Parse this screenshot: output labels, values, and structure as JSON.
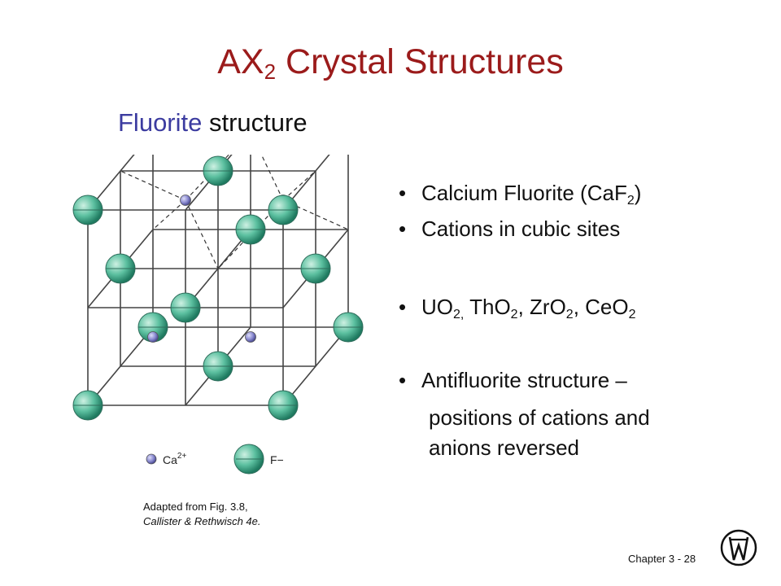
{
  "title": {
    "main": "AX",
    "sub": "2",
    "rest": " Crystal Structures"
  },
  "subtitle": {
    "accent": "Fluorite",
    "rest": " structure"
  },
  "bullets": {
    "b1": {
      "text": "Calcium Fluorite (CaF",
      "sub": "2",
      "end": ")"
    },
    "b2": {
      "text": "Cations in cubic sites"
    },
    "b3": {
      "t1": "UO",
      "s1": "2,",
      "t2": " ThO",
      "s2": "2",
      "t3": ", ZrO",
      "s3": "2",
      "t4": ", CeO",
      "s4": "2"
    },
    "b4": {
      "text": "Antifluorite structure –"
    },
    "b4_cont": {
      "line1": "positions of cations and",
      "line2": "anions reversed"
    }
  },
  "legend": {
    "cation": "Ca",
    "cation_charge": "2+",
    "anion": "F−"
  },
  "caption": {
    "line1": "Adapted from Fig. 3.8,",
    "line2": "Callister & Rethwisch 4e."
  },
  "footer": {
    "chapter": "Chapter 3 -",
    "page": "28"
  },
  "colors": {
    "title": "#9b1b1b",
    "accent": "#3c3ca0",
    "anion": "#5cc0a0",
    "cation": "#8a8ad0"
  },
  "icons": {
    "publisher_logo": "wiley-logo"
  }
}
